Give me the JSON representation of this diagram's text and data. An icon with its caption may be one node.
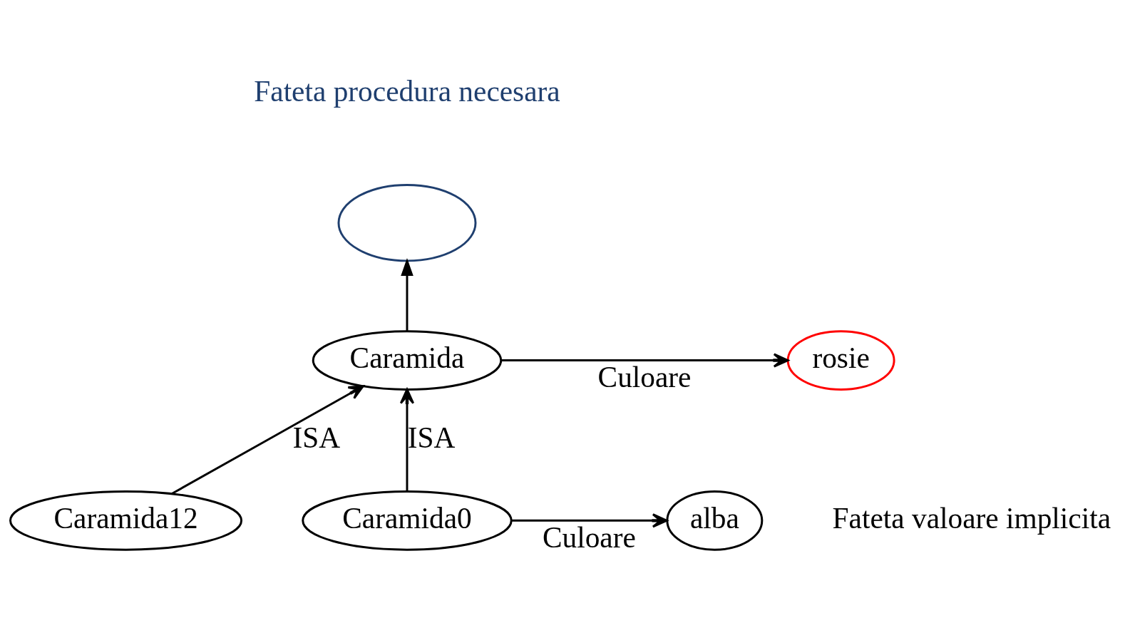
{
  "diagram": {
    "nodes": [
      {
        "text": [
          "Caramida"
        ]
      },
      {
        "text": [],
        "shape": "ellipse",
        "beside": [
          "Fateta procedura necesara"
        ]
      },
      {
        "text": [
          "rosie"
        ],
        "beside": [
          "Fateta valoare implicita"
        ]
      },
      {
        "text": [
          "Caramida12"
        ]
      },
      {
        "text": [
          "Caramida0"
        ]
      },
      {
        "text": [
          "alba"
        ]
      }
    ],
    "edges": [
      {
        "from": 0,
        "to": 1,
        "arrow": "to"
      },
      {
        "from": 0,
        "to": 2,
        "label": "Culoare",
        "arrow": "to"
      },
      {
        "from": 3,
        "to": 0,
        "label": "ISA",
        "arrow": "to"
      },
      {
        "from": 4,
        "to": 0,
        "label": "ISA",
        "arrow": "to"
      },
      {
        "from": 4,
        "to": 5,
        "label": "Culoare",
        "arrow": "to"
      }
    ]
  }
}
